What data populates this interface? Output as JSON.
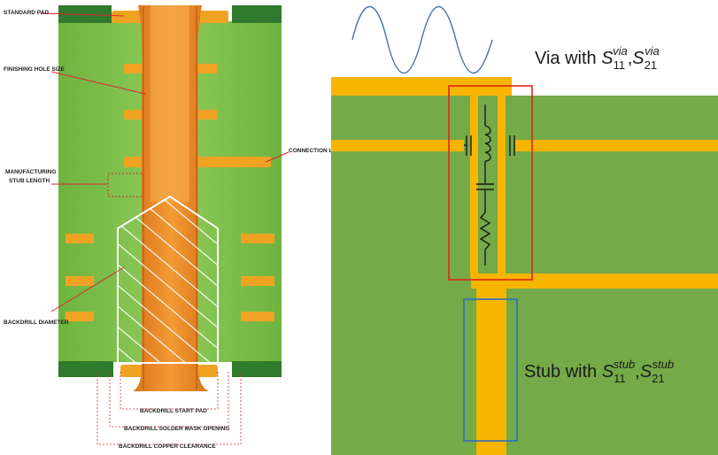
{
  "left_figure": {
    "labels": {
      "standard_pad": "STANDARD PAD",
      "finishing_hole_size": "FINISHING HOLE SIZE",
      "manufacturing_stub_length_1": "MANUFACTURING",
      "manufacturing_stub_length_2": "STUB LENGTH",
      "connection_layer": "CONNECTION LAYER",
      "backdrill_diameter": "BACKDRILL DIAMETER",
      "backdrill_start_pad": "BACKDRILL START PAD",
      "backdrill_solder_mask_opening": "BACKDRILL SOLDER MASK OPENING",
      "backdrill_copper_clearance": "BACKDRILL COPPER CLEARANCE"
    }
  },
  "right_figure": {
    "via_caption": {
      "prefix": "Via with ",
      "s1_base": "S",
      "s1_sub": "11",
      "s1_sup": "via",
      "sep": ",",
      "s2_base": "S",
      "s2_sub": "21",
      "s2_sup": "via"
    },
    "stub_caption": {
      "prefix": "Stub with ",
      "s1_base": "S",
      "s1_sub": "11",
      "s1_sup": "stub",
      "sep": ",",
      "s2_base": "S",
      "s2_sub": "21",
      "s2_sup": "stub"
    }
  },
  "colors": {
    "board_green": "#7cc04a",
    "board_green_dark": "#4f8d2e",
    "right_board_green": "#74aa47",
    "copper_orange": "#f0a323",
    "barrel_orange": "#ee8a1e",
    "trace_yellow": "#f7b500",
    "via_box_red": "#e0261b",
    "stub_box_blue": "#2f6fc4",
    "sine_blue": "#4a6fb0",
    "callout_red": "#d7262b"
  }
}
